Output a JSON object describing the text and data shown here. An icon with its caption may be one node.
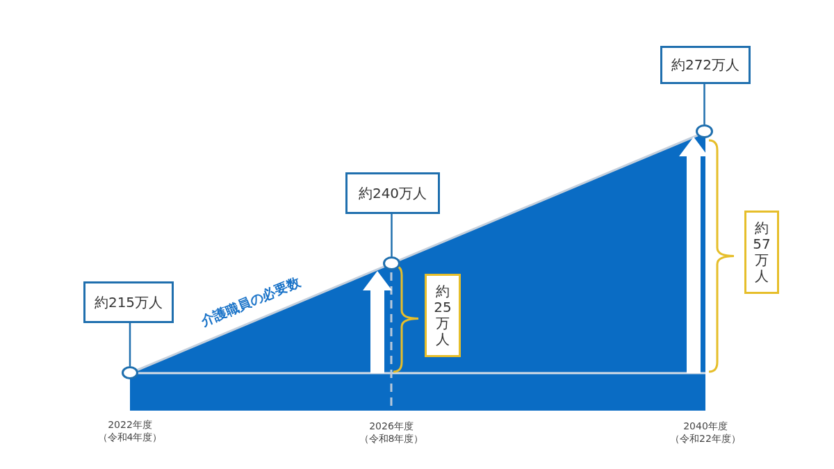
{
  "diagram": {
    "nodes": [
      {
        "text": [
          "約215万人"
        ]
      },
      {
        "text": [],
        "shape": "circle"
      },
      {
        "text": [
          "約240万人"
        ]
      },
      {
        "text": [],
        "shape": "circle"
      },
      {
        "text": [
          "約272万人"
        ]
      },
      {
        "text": [],
        "shape": "circle"
      },
      {
        "text": [
          "約25万人"
        ]
      },
      {
        "text": [
          "約57万人"
        ]
      }
    ],
    "edges": [
      {
        "from": 0,
        "to": 1,
        "arrow": "none"
      },
      {
        "from": 2,
        "to": 3,
        "arrow": "none"
      },
      {
        "from": 4,
        "to": 5,
        "arrow": "none"
      }
    ],
    "labels": [
      "介護職員の必要数",
      "2022年度（令和4年度）",
      "2026年度（令和8年度）",
      "2040年度（令和22年度）"
    ]
  }
}
